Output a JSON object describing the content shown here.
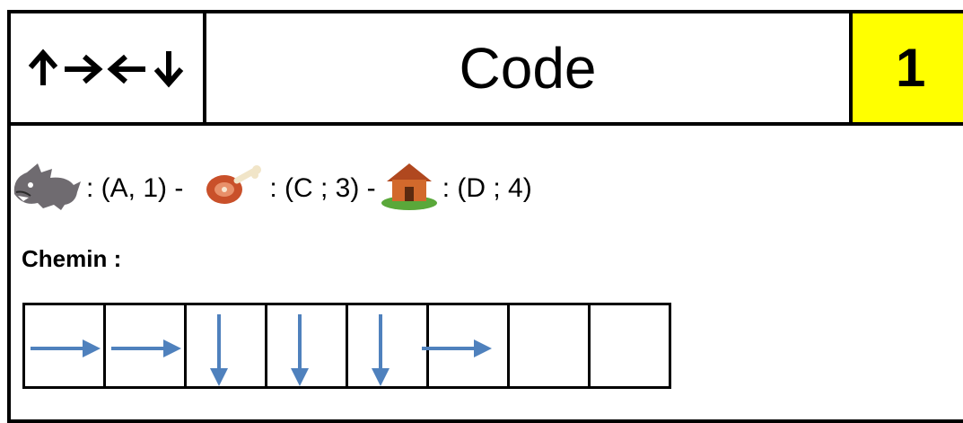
{
  "header": {
    "arrows_icons": [
      "arrow-up-icon",
      "arrow-right-icon",
      "arrow-left-icon",
      "arrow-down-icon"
    ],
    "title": "Code",
    "number": "1",
    "number_bg": "#ffff00"
  },
  "legend": {
    "dog_icon": "dog-icon",
    "dog_text": ": (A, 1) -",
    "meat_icon": "ham-icon",
    "meat_text": ": (C ; 3) -",
    "house_icon": "house-icon",
    "house_text": ": (D ; 4)"
  },
  "path": {
    "label": "Chemin :",
    "arrow_color": "#4f81bd",
    "cells": [
      "right",
      "right",
      "down",
      "down",
      "down",
      "right",
      "",
      ""
    ]
  }
}
